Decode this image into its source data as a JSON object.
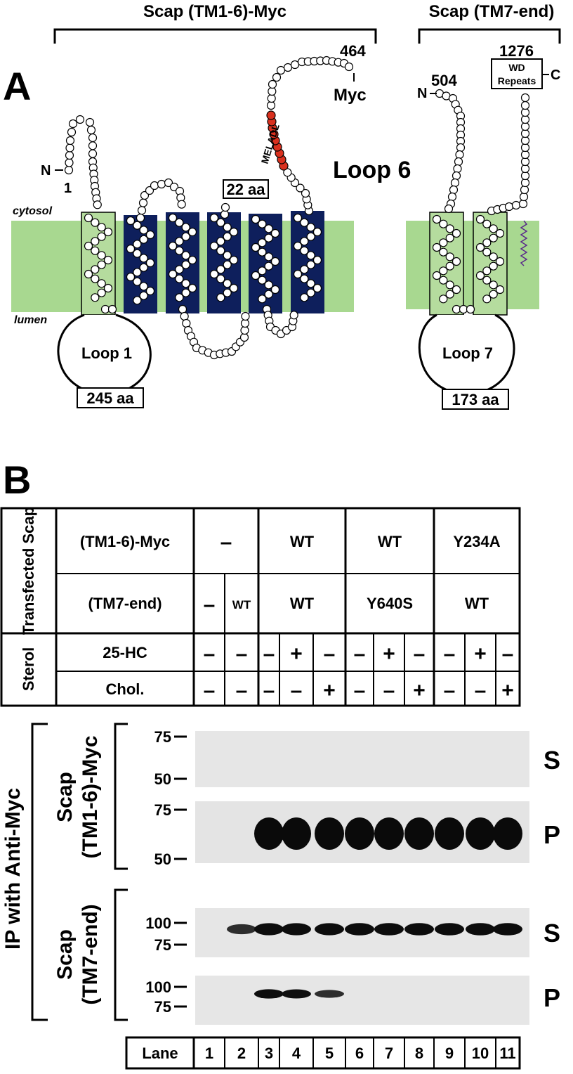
{
  "figure": {
    "panel_a": {
      "label": "A",
      "construct_left": "Scap (TM1-6)-Myc",
      "construct_right": "Scap (TM7-end)",
      "cytosol": "cytosol",
      "lumen": "lumen",
      "n_term_left": "N",
      "residue_1": "1",
      "residue_464": "464",
      "myc": "Myc",
      "meladl": "MELADL",
      "loop6": "Loop 6",
      "aa22": "22 aa",
      "loop1": "Loop 1",
      "aa245": "245 aa",
      "n_term_right": "N",
      "residue_504": "504",
      "residue_1276": "1276",
      "wd_line1": "WD",
      "wd_line2": "Repeats",
      "c_term": "C",
      "loop7": "Loop 7",
      "aa173": "173 aa",
      "colors": {
        "membrane": "#a8d890",
        "tm_dark": "#0e1f5c",
        "tm_light": "#b5dc9e",
        "meladl_residue": "#d9301e"
      }
    },
    "panel_b": {
      "label": "B",
      "group_transfected": "Transfected Scap",
      "group_sterol": "Sterol",
      "row_tm16": "(TM1-6)-Myc",
      "row_tm7": "(TM7-end)",
      "row_25hc": "25-HC",
      "row_chol": "Chol.",
      "tm16_values": [
        "–",
        "WT",
        "WT",
        "Y234A"
      ],
      "tm7_values": [
        "–",
        "WT",
        "WT",
        "Y640S",
        "WT"
      ],
      "hc25": [
        "–",
        "–",
        "–",
        "+",
        "–",
        "–",
        "+",
        "–",
        "–",
        "+",
        "–"
      ],
      "chol": [
        "–",
        "–",
        "–",
        "–",
        "+",
        "–",
        "–",
        "+",
        "–",
        "–",
        "+"
      ],
      "ip_label": "IP with Anti-Myc",
      "blot_group1_line1": "Scap",
      "blot_group1_line2": "(TM1-6)-Myc",
      "blot_group2_line1": "Scap",
      "blot_group2_line2": "(TM7-end)",
      "markers": {
        "b1_top": "75",
        "b1_bottom": "50",
        "b2_top": "75",
        "b2_bottom": "50",
        "b3_top": "100",
        "b3_bottom": "75",
        "b4_top": "100",
        "b4_bottom": "75"
      },
      "fractions": [
        "S",
        "P",
        "S",
        "P"
      ],
      "lane_label": "Lane",
      "lanes": [
        "1",
        "2",
        "3",
        "4",
        "5",
        "6",
        "7",
        "8",
        "9",
        "10",
        "11"
      ],
      "band_intensity": {
        "tm16_supernatant": [
          0,
          0,
          0,
          0,
          0,
          0,
          0,
          0,
          0,
          0,
          0
        ],
        "tm16_pellet": [
          0,
          0,
          1,
          1,
          1,
          1,
          1,
          1,
          1,
          1,
          1
        ],
        "tm7_supernatant": [
          0,
          0.55,
          0.9,
          0.9,
          0.9,
          0.95,
          0.95,
          0.95,
          0.95,
          0.95,
          0.95
        ],
        "tm7_pellet": [
          0,
          0,
          0.9,
          0.85,
          0.55,
          0,
          0,
          0,
          0,
          0,
          0
        ]
      }
    }
  }
}
